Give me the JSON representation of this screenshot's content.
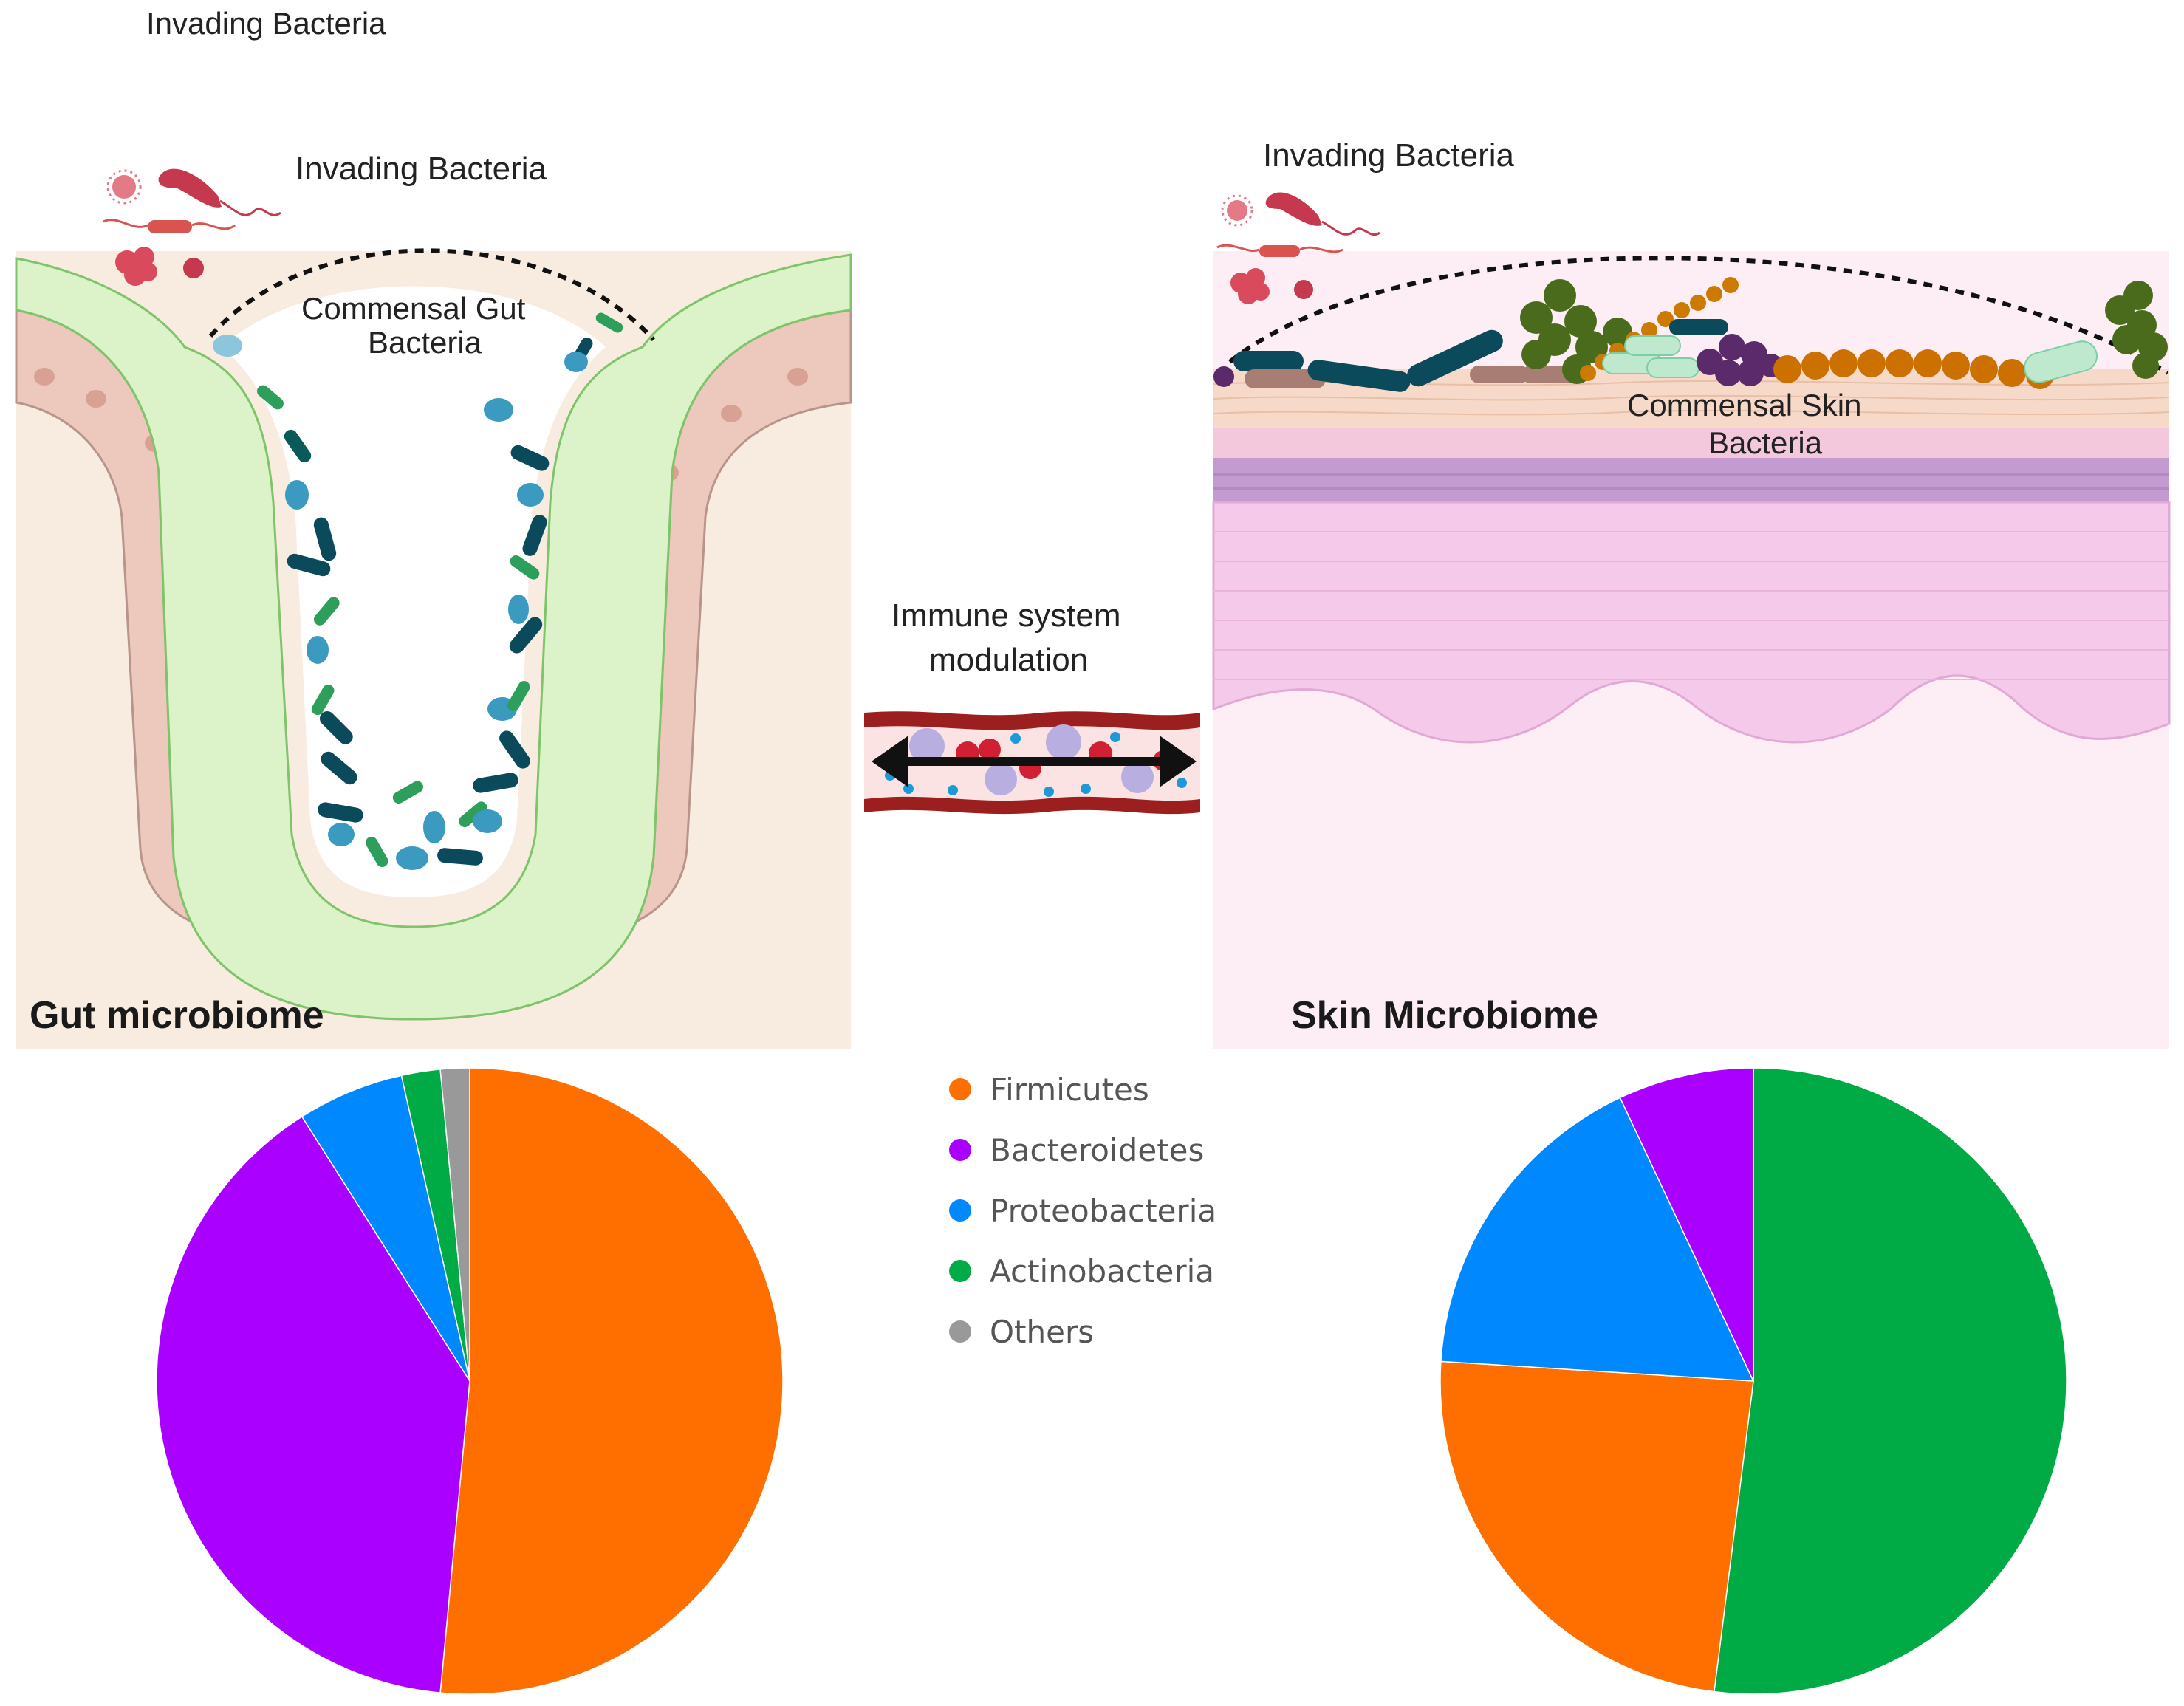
{
  "labels": {
    "top_invading": "Invading Bacteria",
    "gut_invading": "Invading Bacteria",
    "gut_commensal_line1": "Commensal Gut",
    "gut_commensal_line2": "Bacteria",
    "gut_panel_title": "Gut microbiome",
    "immune_line1": "Immune system",
    "immune_line2": "modulation",
    "skin_invading": "Invading Bacteria",
    "skin_commensal_line1": "Commensal Skin",
    "skin_commensal_line2": "Bacteria",
    "skin_panel_title": "Skin Microbiome"
  },
  "legend": [
    {
      "label": "Firmicutes",
      "color": "#ff6f00"
    },
    {
      "label": "Bacteroidetes",
      "color": "#aa00ff"
    },
    {
      "label": "Proteobacteria",
      "color": "#0088ff"
    },
    {
      "label": "Actinobacteria",
      "color": "#00aa44"
    },
    {
      "label": "Others",
      "color": "#999999"
    }
  ],
  "chart_data": [
    {
      "type": "pie",
      "title": "",
      "start_direction": "12 o'clock, clockwise",
      "slices": [
        {
          "label": "Firmicutes",
          "value": 51.5,
          "color": "#ff6f00"
        },
        {
          "label": "Bacteroidetes",
          "value": 39.5,
          "color": "#aa00ff"
        },
        {
          "label": "Proteobacteria",
          "value": 5.5,
          "color": "#0088ff"
        },
        {
          "label": "Actinobacteria",
          "value": 2.0,
          "color": "#00aa44"
        },
        {
          "label": "Others",
          "value": 1.5,
          "color": "#999999"
        }
      ]
    },
    {
      "type": "pie",
      "title": "",
      "start_direction": "12 o'clock, clockwise",
      "slices": [
        {
          "label": "Actinobacteria",
          "value": 52.0,
          "color": "#00aa44"
        },
        {
          "label": "Firmicutes",
          "value": 24.0,
          "color": "#ff6f00"
        },
        {
          "label": "Proteobacteria",
          "value": 17.0,
          "color": "#0088ff"
        },
        {
          "label": "Bacteroidetes",
          "value": 7.0,
          "color": "#aa00ff"
        }
      ]
    }
  ]
}
